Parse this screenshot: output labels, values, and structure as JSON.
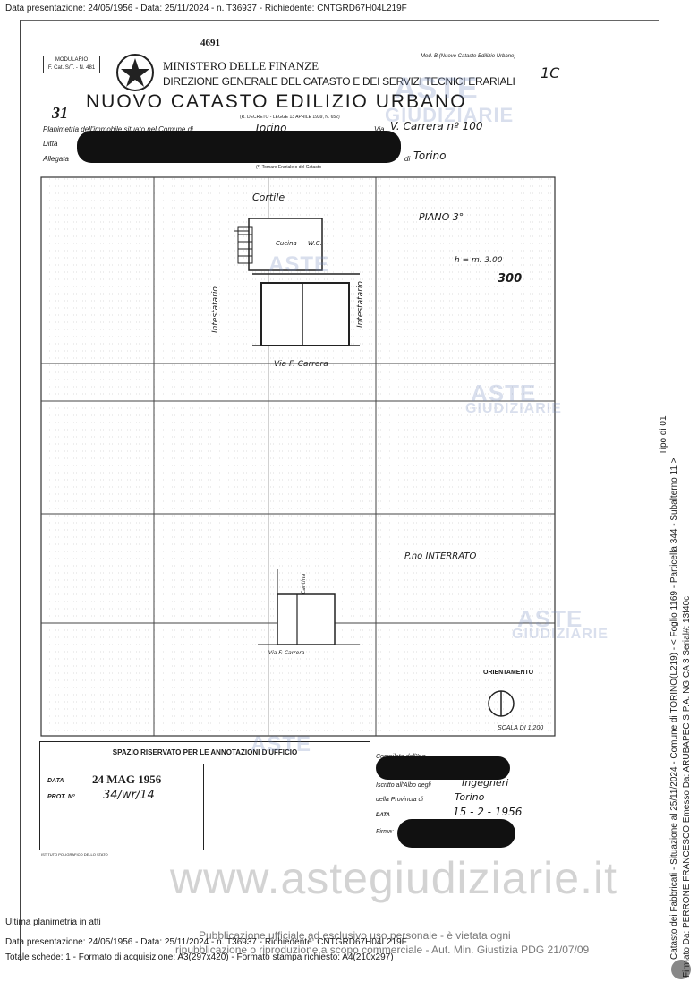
{
  "header_line": "Data presentazione: 24/05/1956 - Data: 25/11/2024 - n. T36937 - Richiedente: CNTGRD67H04L219F",
  "modulario": {
    "l1": "MODULARIO",
    "l2": "F. Cat. S/T. - N. 481"
  },
  "stamp_number": "4691",
  "mod_ref": "Mod. B (Nuovo Catasto Edilizio Urbano)",
  "corner_mark": "1C",
  "ministry": "MINISTERO DELLE FINANZE",
  "direction": "DIREZIONE GENERALE DEL CATASTO E DEI SERVIZI TECNICI ERARIALI",
  "main_title": "NUOVO CATASTO EDILIZIO URBANO",
  "decree": "(R. DECRETO - LEGGE 13 APRILE 1939, N. 652)",
  "sheet_no": "31",
  "form": {
    "planimetria_label": "Planimetria dell'immobile situato nel Comune di",
    "comune": "Torino",
    "via_label": "Via",
    "via_value": "V. Carrera nº 100",
    "ditta_label": "Ditta",
    "allegata_label": "Allegata",
    "di_label": "di",
    "di_value": "Torino",
    "note": "(*) Tornare Erariale o del Catasto"
  },
  "plan": {
    "cortile": "Cortile",
    "piano": "PIANO 3°",
    "cucina": "Cucina",
    "wc": "W.C.",
    "h_label": "h = m. 3.00",
    "h_value": "300",
    "intestatario": "Intestatario",
    "street": "Via F. Carrera",
    "basement": "P.no INTERRATO",
    "cantina": "Cantina",
    "orientamento": "ORIENTAMENTO",
    "scala": "SCALA DI 1:200"
  },
  "office": {
    "title": "SPAZIO RISERVATO PER LE ANNOTAZIONI D'UFFICIO",
    "data_label": "DATA",
    "data_value": "24 MAG 1956",
    "prot_label": "PROT. Nº",
    "prot_value": "34/wr/14",
    "compilata_label": "Compilata dall'Ing.",
    "iscritto_label": "Iscritto all'Albo degli",
    "iscritto_value": "Ingegneri",
    "provincia_label": "della Provincia di",
    "provincia_value": "Torino",
    "date_label": "DATA",
    "date_value": "15 - 2 - 1956",
    "firma_label": "Firma:",
    "printer": "ISTITUTO POLIGRAFICO DELLO STATO"
  },
  "watermark": {
    "aste": "ASTE",
    "giudiziarie": "GIUDIZIARIE",
    "site": "www.astegiudiziarie.it"
  },
  "footer": {
    "ultima": "Ultima planimetria in atti",
    "line1": "Data presentazione: 24/05/1956 - Data: 25/11/2024 - n. T36937 - Richiedente: CNTGRD67H04L219F",
    "line2": "Totale schede: 1 - Formato di acquisizione: A3(297x420) - Formato stampa richiesto: A4(210x297)",
    "pub1": "Pubblicazione ufficiale ad esclusivo uso personale - è vietata ogni",
    "pub2": "ripubblicazione o riproduzione a scopo commerciale - Aut. Min. Giustizia PDG 21/07/09"
  },
  "side": {
    "l1": "Catasto dei Fabbricati - Situazione al 25/11/2024 - Comune di TORINO(L219) - < Foglio 1169 - Particella 344 - Subalterno 11 >",
    "l2": "Firmato Da: PERRONE FRANCESCO Emesso Da: ARUBAPEC S.P.A. NG CA 3 Serial#: 13f40c",
    "tag": "Tipo di 01"
  }
}
